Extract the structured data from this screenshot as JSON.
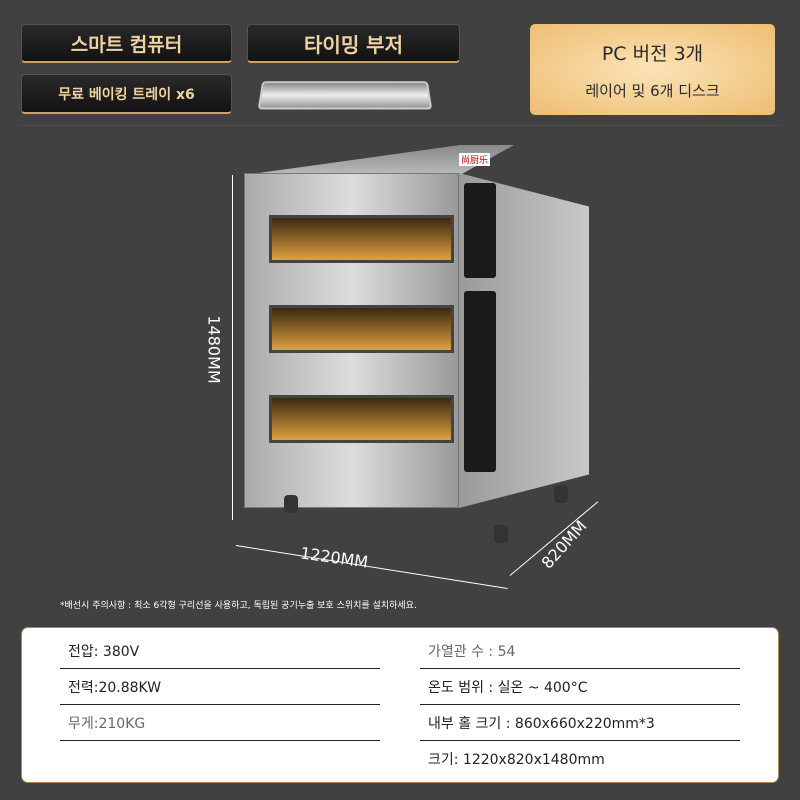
{
  "features": {
    "smart_computer": "스마트 컴퓨터",
    "timing_buzzer": "타이밍 부저",
    "free_tray": "무료 베이킹 트레이 x6"
  },
  "promo": {
    "title": "PC 버전 3개",
    "subtitle": "레이어 및 6개 디스크"
  },
  "product": {
    "brand": "尚厨乐"
  },
  "dimensions": {
    "height": "1480MM",
    "width": "1220MM",
    "depth": "820MM"
  },
  "note": "*배선시 주의사항 : 최소 6각형 구리선을 사용하고, 독립된 공기누출 보호 스위치를 설치하세요.",
  "specs": {
    "left": [
      "전압: 380V",
      "전력:20.88KW",
      "무게:210KG"
    ],
    "right": [
      "가열관 수 : 54",
      "온도 범위 : 실온 ~ 400°C",
      "내부 홀 크기 : 860x660x220mm*3",
      "크기: 1220x820x1480mm"
    ]
  }
}
